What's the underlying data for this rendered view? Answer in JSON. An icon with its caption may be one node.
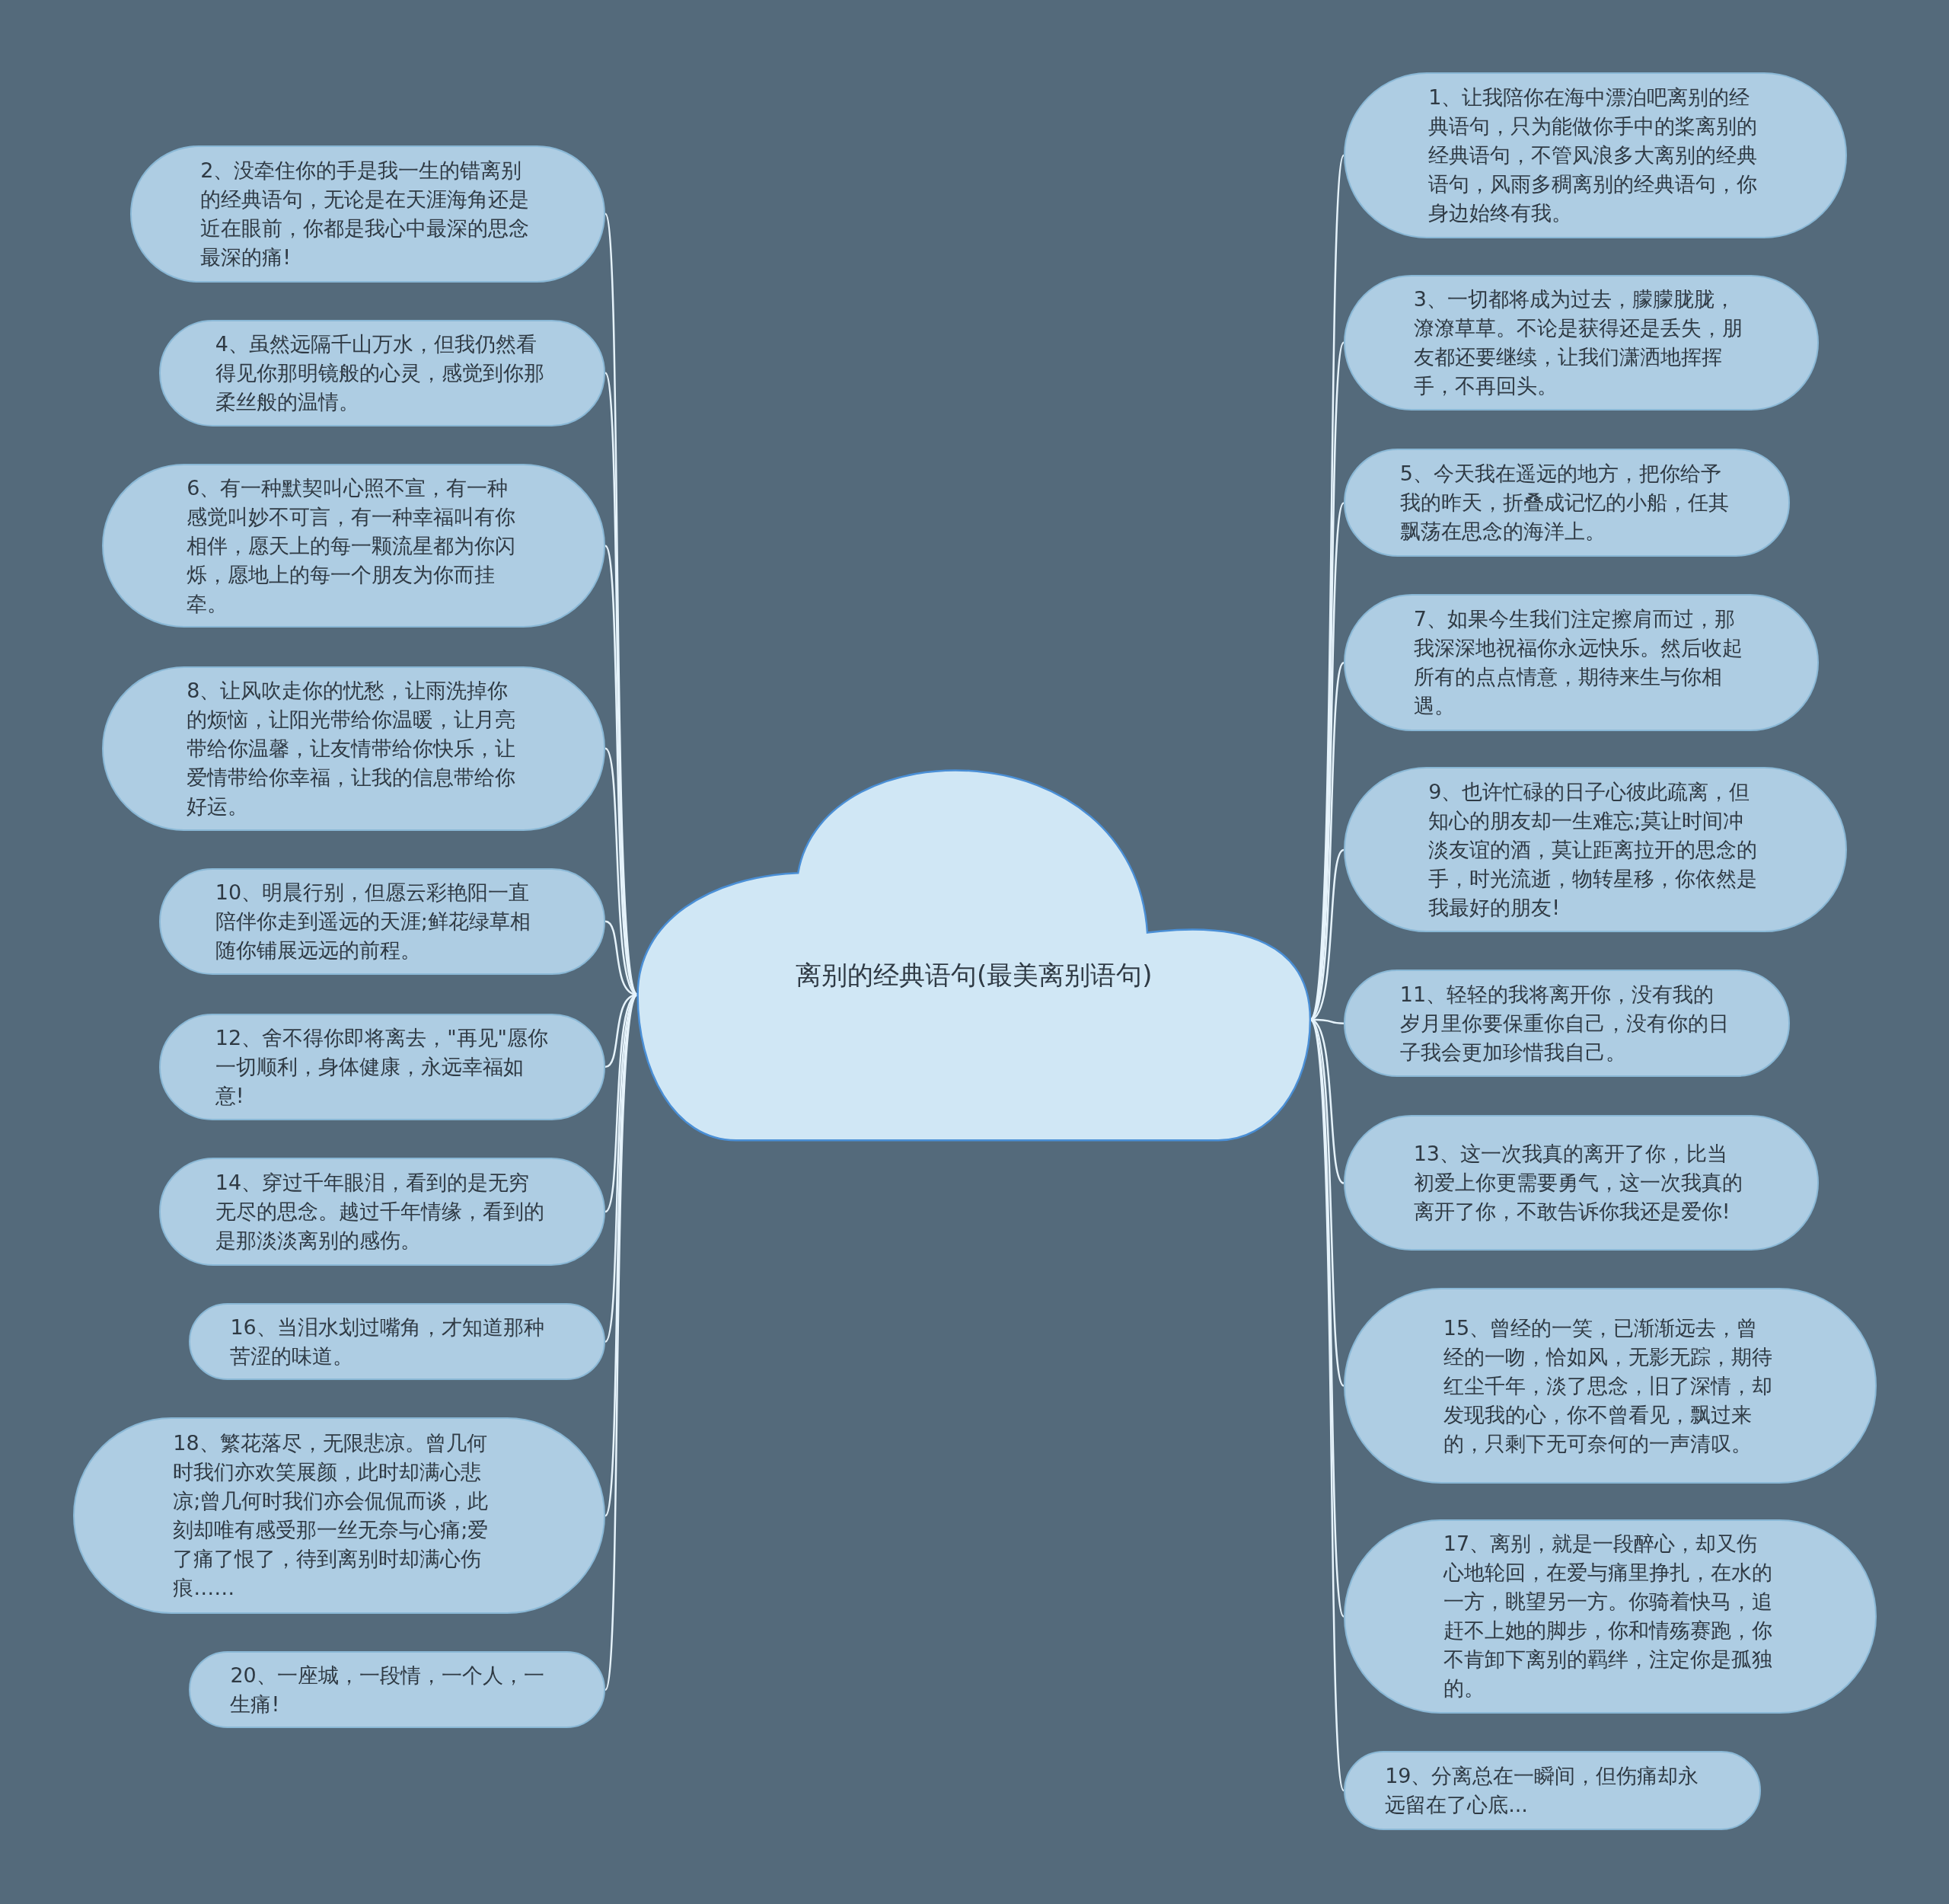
{
  "diagram": {
    "nodes": [
      {
        "text": [
          "离别的经典语句(最美离别语句)"
        ]
      },
      {
        "text": [
          "1、让我陪你在海中漂泊吧离别的经典语句，只为能做你手中的桨离别的经典语句，不管风浪多大离别的经典语句，风雨多稠离别的经典语句，你身边始终有我。"
        ]
      },
      {
        "text": [
          "2、没牵住你的手是我一生的错离别的经典语句，无论是在天涯海角还是近在眼前，你都是我心中最深的思念最深的痛!"
        ]
      },
      {
        "text": [
          "3、一切都将成为过去，朦朦胧胧，潦潦草草。不论是获得还是丢失，朋友都还要继续，让我们潇洒地挥挥手，不再回头。"
        ]
      },
      {
        "text": [
          "4、虽然远隔千山万水，但我仍然看得见你那明镜般的心灵，感觉到你那柔丝般的温情。"
        ]
      },
      {
        "text": [
          "5、今天我在遥远的地方，把你给予我的昨天，折叠成记忆的小船，任其飘荡在思念的海洋上。"
        ]
      },
      {
        "text": [
          "6、有一种默契叫心照不宣，有一种感觉叫妙不可言，有一种幸福叫有你相伴，愿天上的每一颗流星都为你闪烁，愿地上的每一个朋友为你而挂牵。"
        ]
      },
      {
        "text": [
          "7、如果今生我们注定擦肩而过，那我深深地祝福你永远快乐。然后收起所有的点点情意，期待来生与你相遇。"
        ]
      },
      {
        "text": [
          "8、让风吹走你的忧愁，让雨洗掉你的烦恼，让阳光带给你温暖，让月亮带给你温馨，让友情带给你快乐，让爱情带给你幸福，让我的信息带给你好运。"
        ]
      },
      {
        "text": [
          "9、也许忙碌的日子心彼此疏离，但知心的朋友却一生难忘;莫让时间冲淡友谊的酒，莫让距离拉开的思念的手，时光流逝，物转星移，你依然是我最好的朋友!"
        ]
      },
      {
        "text": [
          "10、明晨行别，但愿云彩艳阳一直陪伴你走到遥远的天涯;鲜花绿草相随你铺展远远的前程。"
        ]
      },
      {
        "text": [
          "11、轻轻的我将离开你，没有我的岁月里你要保重你自己，没有你的日子我会更加珍惜我自己。"
        ]
      },
      {
        "text": [
          "12、舍不得你即将离去，\"再见\"愿你一切顺利，身体健康，永远幸福如意!"
        ]
      },
      {
        "text": [
          "13、这一次我真的离开了你，比当初爱上你更需要勇气，这一次我真的离开了你，不敢告诉你我还是爱你!"
        ]
      },
      {
        "text": [
          "14、穿过千年眼泪，看到的是无穷无尽的思念。越过千年情缘，看到的是那淡淡离别的感伤。"
        ]
      },
      {
        "text": [
          "15、曾经的一笑，已渐渐远去，曾经的一吻，恰如风，无影无踪，期待红尘千年，淡了思念，旧了深情，却发现我的心，你不曾看见，飘过来的，只剩下无可奈何的一声清叹。"
        ]
      },
      {
        "text": [
          "16、当泪水划过嘴角，才知道那种苦涩的味道。"
        ]
      },
      {
        "text": [
          "17、离别，就是一段醉心，却又伤心地轮回，在爱与痛里挣扎，在水的一方，眺望另一方。你骑着快马，追赶不上她的脚步，你和情殇赛跑，你不肯卸下离别的羁绊，注定你是孤独的。"
        ]
      },
      {
        "text": [
          "18、繁花落尽，无限悲凉。曾几何时我们亦欢笑展颜，此时却满心悲凉;曾几何时我们亦会侃侃而谈，此刻却唯有感受那一丝无奈与心痛;爱了痛了恨了，待到离别时却满心伤痕……"
        ]
      },
      {
        "text": [
          "19、分离总在一瞬间，但伤痛却永远留在了心底..."
        ]
      },
      {
        "text": [
          "20、一座城，一段情，一个人，一生痛!"
        ]
      }
    ],
    "edges": [
      {
        "from": 0,
        "to": 1,
        "arrow": "none"
      },
      {
        "from": 0,
        "to": 2,
        "arrow": "none"
      },
      {
        "from": 0,
        "to": 3,
        "arrow": "none"
      },
      {
        "from": 0,
        "to": 4,
        "arrow": "none"
      },
      {
        "from": 0,
        "to": 5,
        "arrow": "none"
      },
      {
        "from": 0,
        "to": 6,
        "arrow": "none"
      },
      {
        "from": 0,
        "to": 7,
        "arrow": "none"
      },
      {
        "from": 0,
        "to": 8,
        "arrow": "none"
      },
      {
        "from": 0,
        "to": 9,
        "arrow": "none"
      },
      {
        "from": 0,
        "to": 10,
        "arrow": "none"
      },
      {
        "from": 0,
        "to": 11,
        "arrow": "none"
      },
      {
        "from": 0,
        "to": 12,
        "arrow": "none"
      },
      {
        "from": 0,
        "to": 13,
        "arrow": "none"
      },
      {
        "from": 0,
        "to": 14,
        "arrow": "none"
      },
      {
        "from": 0,
        "to": 15,
        "arrow": "none"
      },
      {
        "from": 0,
        "to": 16,
        "arrow": "none"
      },
      {
        "from": 0,
        "to": 17,
        "arrow": "none"
      },
      {
        "from": 0,
        "to": 18,
        "arrow": "none"
      },
      {
        "from": 0,
        "to": 19,
        "arrow": "none"
      },
      {
        "from": 0,
        "to": 20,
        "arrow": "none"
      }
    ]
  }
}
